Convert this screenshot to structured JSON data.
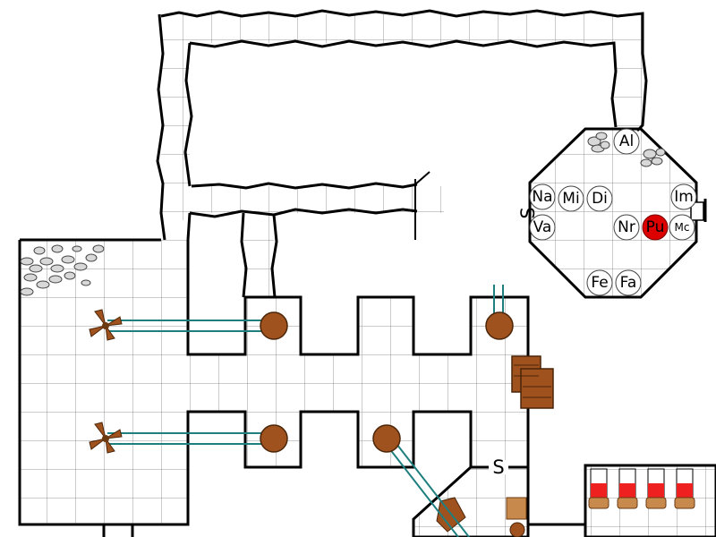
{
  "map": {
    "tokens": [
      {
        "id": "al",
        "label": "Al",
        "color": "#ffffff"
      },
      {
        "id": "na",
        "label": "Na",
        "color": "#ffffff"
      },
      {
        "id": "mi",
        "label": "Mi",
        "color": "#ffffff"
      },
      {
        "id": "di",
        "label": "Di",
        "color": "#ffffff"
      },
      {
        "id": "im",
        "label": "Im",
        "color": "#ffffff"
      },
      {
        "id": "va",
        "label": "Va",
        "color": "#ffffff"
      },
      {
        "id": "nr",
        "label": "Nr",
        "color": "#ffffff"
      },
      {
        "id": "pu",
        "label": "Pu",
        "color": "#dd0000"
      },
      {
        "id": "mc",
        "label": "Mc",
        "color": "#ffffff"
      },
      {
        "id": "fe",
        "label": "Fe",
        "color": "#ffffff"
      },
      {
        "id": "fa",
        "label": "Fa",
        "color": "#ffffff"
      }
    ],
    "secret_doors": [
      {
        "id": "secret-door-octagon",
        "label": "S"
      },
      {
        "id": "secret-door-south",
        "label": "S"
      }
    ],
    "colors": {
      "grid": "#9a9a9a",
      "wall": "#000000",
      "pillar": "#a0521e",
      "beam": "#1f7f7f",
      "bed": "#ee2020",
      "rubble": "#d8d8d8"
    }
  }
}
